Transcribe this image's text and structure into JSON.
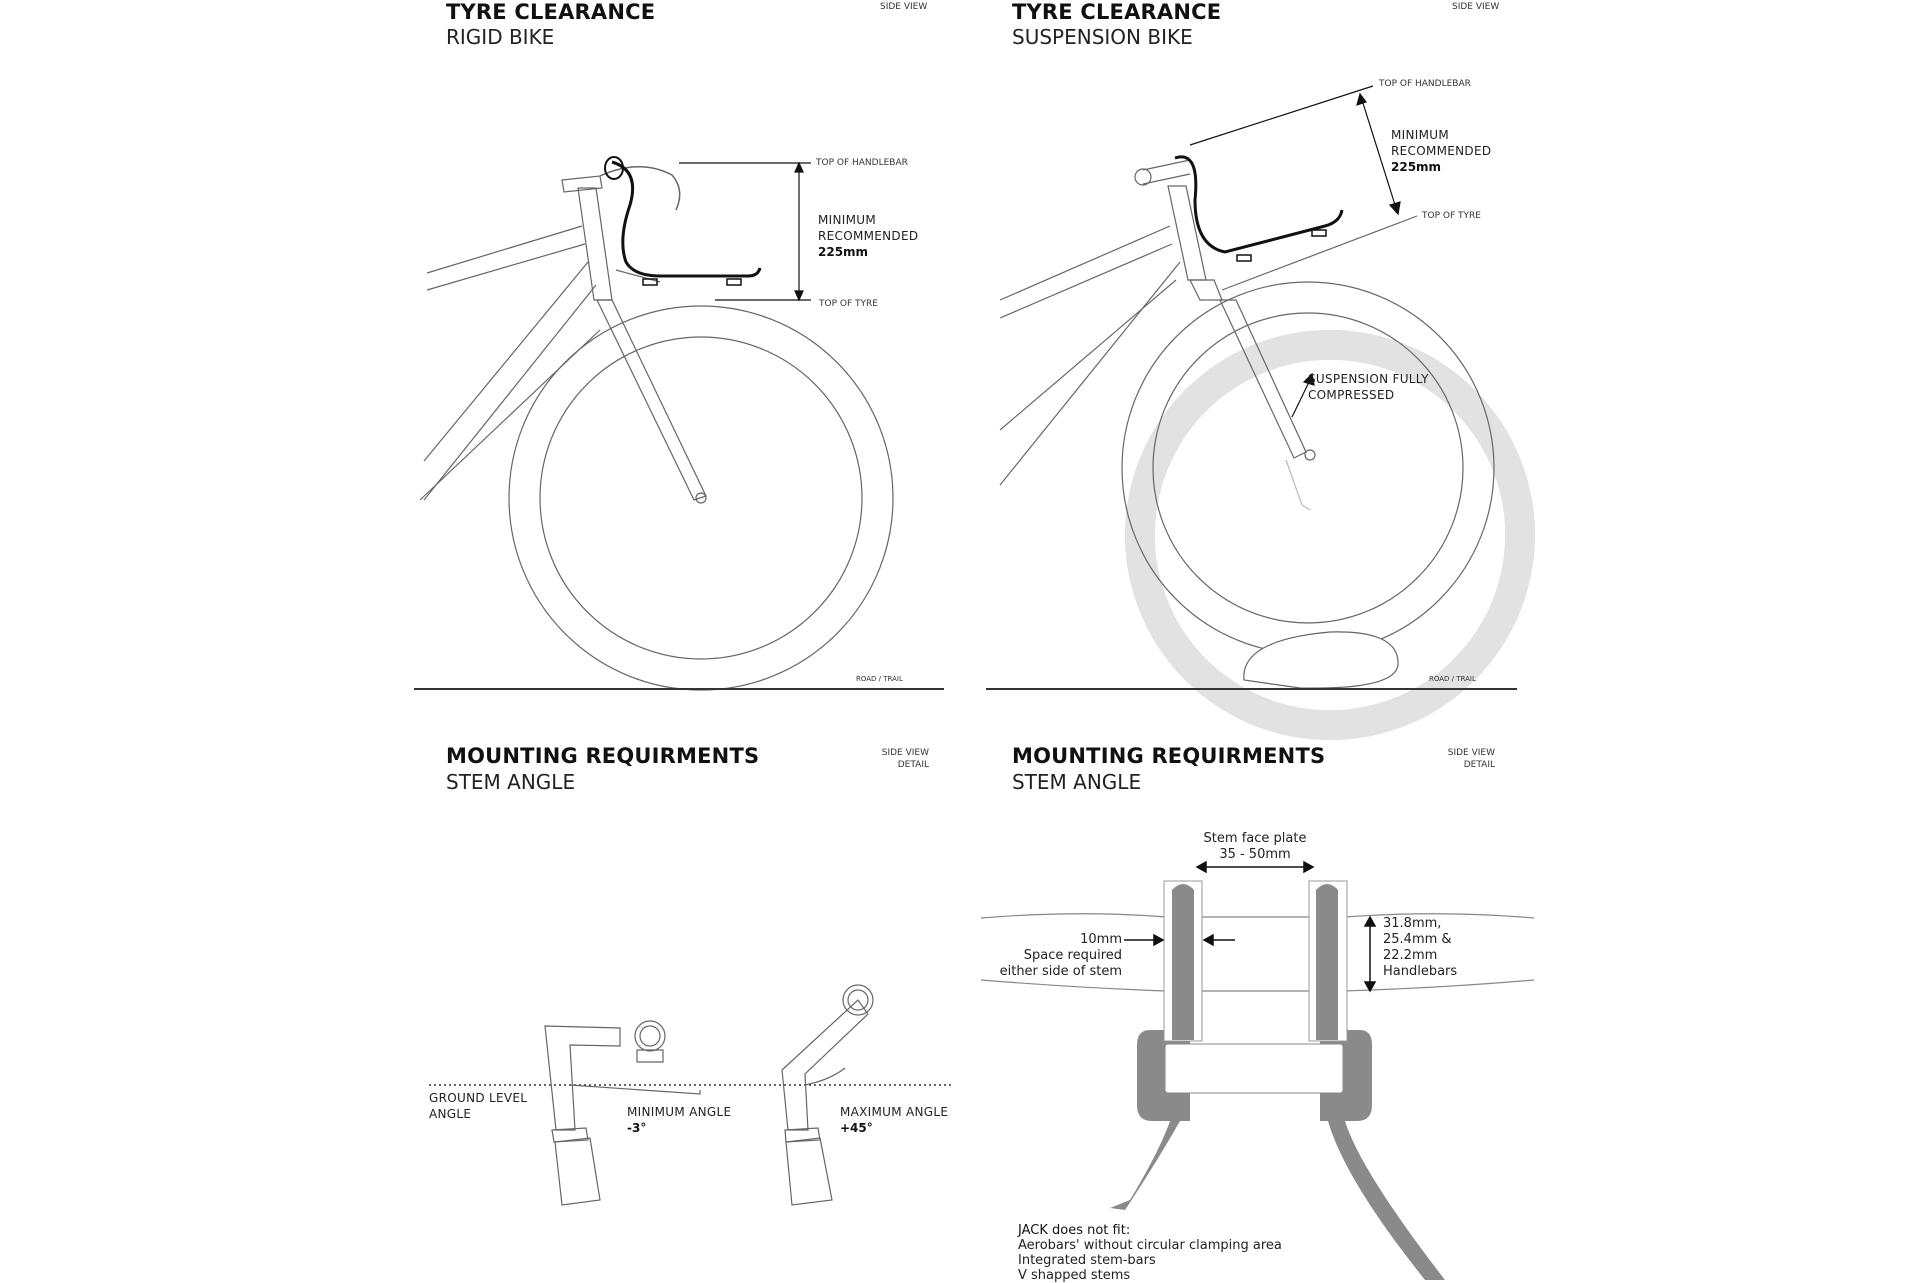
{
  "panels": {
    "rigid": {
      "title": "TYRE CLEARANCE",
      "subtitle": "RIGID BIKE",
      "view": "SIDE VIEW",
      "top_of_handlebar": "TOP OF HANDLEBAR",
      "min_line1": "MINIMUM",
      "min_line2": "RECOMMENDED",
      "min_value": "225mm",
      "top_of_tyre": "TOP OF TYRE",
      "surface": "ROAD / TRAIL"
    },
    "suspension": {
      "title": "TYRE CLEARANCE",
      "subtitle": "SUSPENSION BIKE",
      "view": "SIDE VIEW",
      "top_of_handlebar": "TOP OF HANDLEBAR",
      "min_line1": "MINIMUM",
      "min_line2": "RECOMMENDED",
      "min_value": "225mm",
      "top_of_tyre": "TOP OF TYRE",
      "compressed_line1": "SUSPENSION FULLY",
      "compressed_line2": "COMPRESSED",
      "surface": "ROAD / TRAIL"
    },
    "stem_angle": {
      "title": "MOUNTING REQUIRMENTS",
      "subtitle": "STEM ANGLE",
      "view_line1": "SIDE VIEW",
      "view_line2": "DETAIL",
      "ground_line1": "GROUND LEVEL",
      "ground_line2": "ANGLE",
      "min_label": "MINIMUM ANGLE",
      "min_value": "-3°",
      "max_label": "MAXIMUM ANGLE",
      "max_value": "+45°"
    },
    "stem_detail": {
      "title": "MOUNTING REQUIRMENTS",
      "subtitle": "STEM ANGLE",
      "view_line1": "SIDE VIEW",
      "view_line2": "DETAIL",
      "faceplate_label": "Stem face plate",
      "faceplate_value": "35 - 50mm",
      "space_value": "10mm",
      "space_line1": "Space required",
      "space_line2": "either side of stem",
      "bar_line1": "31.8mm,",
      "bar_line2": "25.4mm &",
      "bar_line3": "22.2mm",
      "bar_line4": "Handlebars",
      "nofit_title": "JACK does not fit:",
      "nofit_items": [
        "Aerobars' without circular clamping area",
        "Integrated stem-bars",
        "V shapped stems"
      ]
    }
  },
  "colors": {
    "line": "#555555",
    "grey_part": "#8a8a8a",
    "ghost": "#e2e2e2",
    "ink": "#111111"
  }
}
